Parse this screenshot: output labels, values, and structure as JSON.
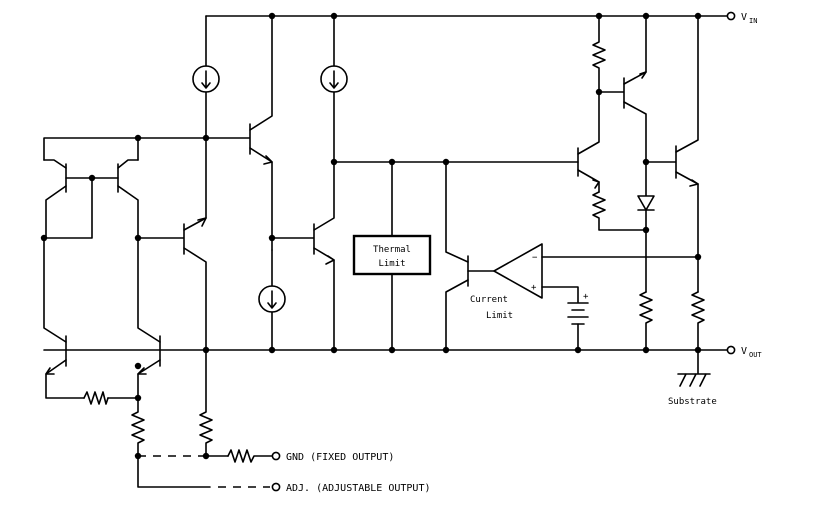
{
  "terminals": {
    "vin": {
      "main": "V",
      "sub": "IN"
    },
    "vout": {
      "main": "V",
      "sub": "OUT"
    },
    "gnd_label": "GND (FIXED OUTPUT)",
    "adj_label": "ADJ. (ADJUSTABLE OUTPUT)"
  },
  "blocks": {
    "thermal_limit": {
      "line1": "Thermal",
      "line2": "Limit"
    },
    "current_limit": {
      "line1": "Current",
      "line2": "Limit"
    },
    "amp_minus": "−",
    "amp_plus": "+",
    "battery_plus": "+"
  },
  "substrate_label": "Substrate"
}
